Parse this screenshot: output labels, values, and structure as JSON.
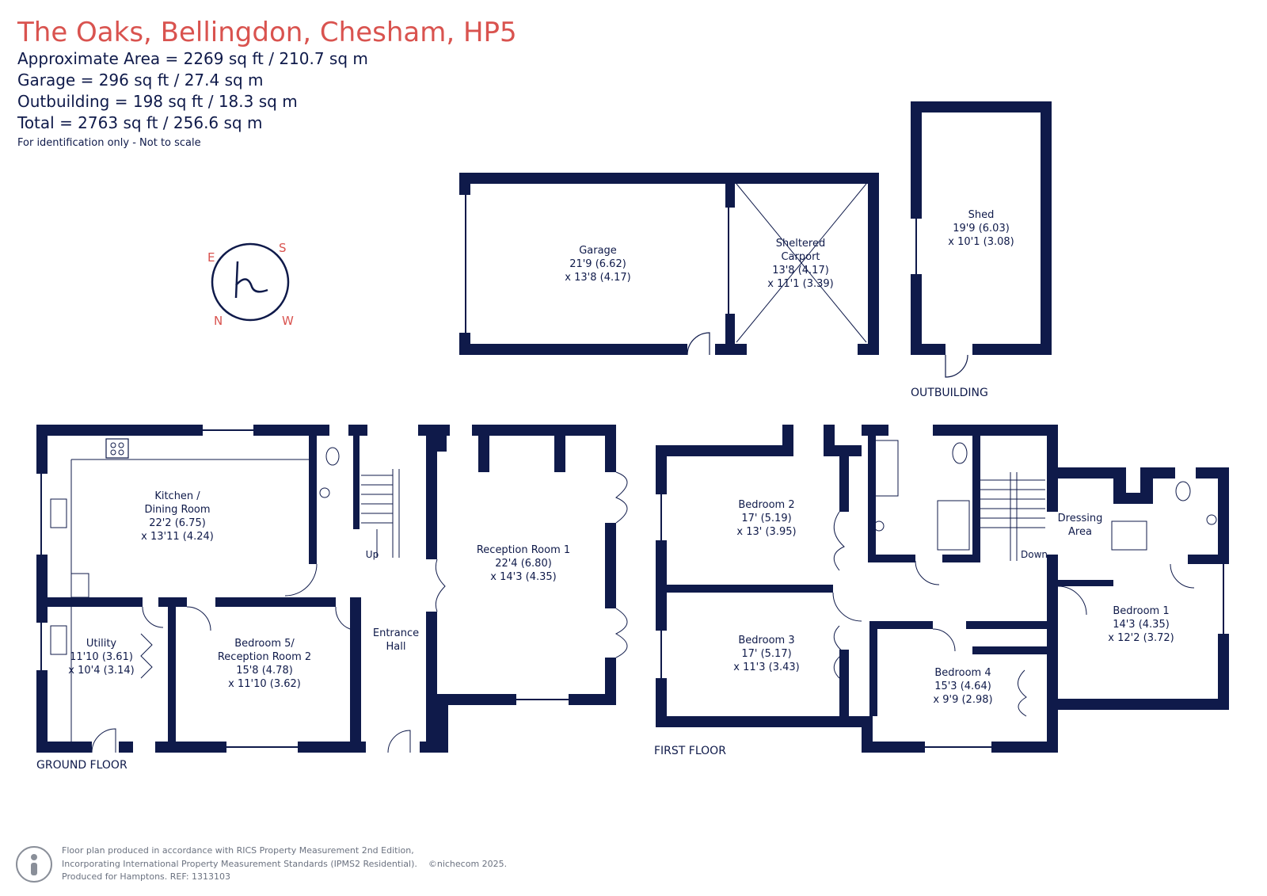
{
  "header": {
    "title": "The Oaks, Bellingdon, Chesham, HP5",
    "stats": [
      "Approximate Area = 2269 sq ft / 210.7 sq m",
      "Garage = 296 sq ft / 27.4 sq m",
      "Outbuilding = 198 sq ft / 18.3 sq m",
      "Total = 2763 sq ft / 256.6 sq m"
    ],
    "note": "For identification only - Not to scale"
  },
  "compass": {
    "s": "S",
    "w": "W",
    "n": "N",
    "e": "E",
    "logo": "h"
  },
  "outbuilding": {
    "label": "OUTBUILDING",
    "garage": {
      "name": "Garage",
      "dim1": "21'9 (6.62)",
      "dim2": "x 13'8 (4.17)"
    },
    "carport": {
      "name1": "Sheltered",
      "name2": "Carport",
      "dim1": "13'8 (4.17)",
      "dim2": "x 11'1 (3.39)"
    },
    "shed": {
      "name": "Shed",
      "dim1": "19'9 (6.03)",
      "dim2": "x 10'1 (3.08)"
    }
  },
  "ground_floor": {
    "label": "GROUND FLOOR",
    "kitchen": {
      "name1": "Kitchen /",
      "name2": "Dining Room",
      "dim1": "22'2 (6.75)",
      "dim2": "x 13'11 (4.24)"
    },
    "utility": {
      "name": "Utility",
      "dim1": "11'10 (3.61)",
      "dim2": "x 10'4 (3.14)"
    },
    "bedroom5": {
      "name1": "Bedroom 5/",
      "name2": "Reception Room 2",
      "dim1": "15'8 (4.78)",
      "dim2": "x 11'10 (3.62)"
    },
    "hall": {
      "name1": "Entrance",
      "name2": "Hall"
    },
    "reception1": {
      "name": "Reception Room 1",
      "dim1": "22'4 (6.80)",
      "dim2": "x 14'3 (4.35)"
    },
    "up": "Up"
  },
  "first_floor": {
    "label": "FIRST FLOOR",
    "bedroom2": {
      "name": "Bedroom 2",
      "dim1": "17' (5.19)",
      "dim2": "x 13' (3.95)"
    },
    "bedroom3": {
      "name": "Bedroom 3",
      "dim1": "17' (5.17)",
      "dim2": "x 11'3 (3.43)"
    },
    "bedroom4": {
      "name": "Bedroom 4",
      "dim1": "15'3 (4.64)",
      "dim2": "x 9'9 (2.98)"
    },
    "bedroom1": {
      "name": "Bedroom 1",
      "dim1": "14'3 (4.35)",
      "dim2": "x 12'2 (3.72)"
    },
    "dressing": {
      "name1": "Dressing",
      "name2": "Area"
    },
    "down": "Down"
  },
  "footer": {
    "line1": "Floor plan produced in accordance with RICS Property Measurement 2nd Edition,",
    "line2": "Incorporating International Property Measurement Standards (IPMS2 Residential).",
    "line3": "Produced for Hamptons.   REF:  1313103",
    "copyright": "©nichecom 2025."
  },
  "colors": {
    "wall": "#0f1a4a",
    "title": "#d9534f",
    "compass": "#d9534f"
  }
}
